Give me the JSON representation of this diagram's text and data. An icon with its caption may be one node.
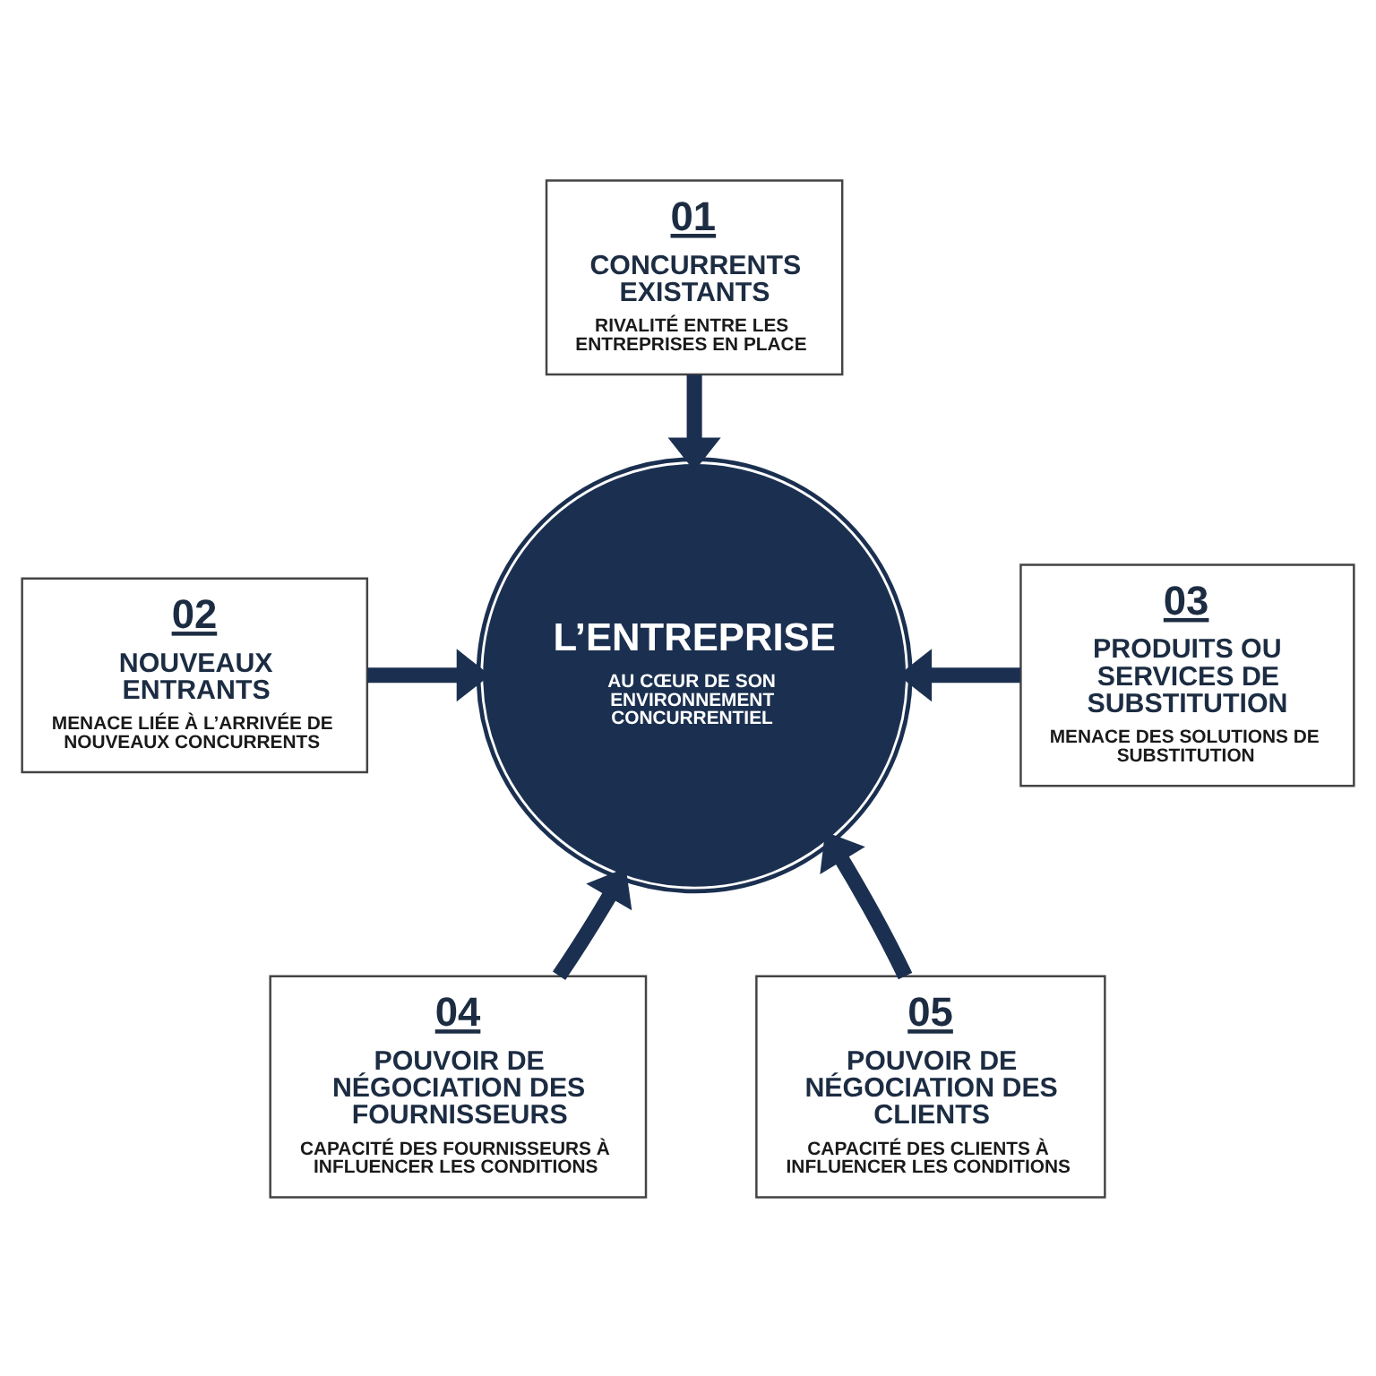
{
  "diagram": {
    "nodes": [
      {
        "text": [
          "01",
          "CONCURRENTS EXISTANTS",
          "RIVALITÉ ENTRE LES ENTREPRISES EN PLACE"
        ]
      },
      {
        "text": [
          "02",
          "NOUVEAUX ENTRANTS",
          "MENACE LIÉE À L’ARRIVÉE DE NOUVEAUX CONCURRENTS"
        ]
      },
      {
        "text": [
          "L’ENTREPRISE",
          "AU CŒUR DE SON ENVIRONNEMENT CONCURRENTIEL"
        ]
      },
      {
        "text": [
          "03",
          "PRODUITS OU SERVICES DE SUBSTITUTION",
          "MENACE DES SOLUTIONS DE SUBSTITUTION"
        ]
      },
      {
        "text": [
          "04",
          "POUVOIR DE NÉGOCIATION DES FOURNISSEURS",
          "CAPACITÉ DES FOURNISSEURS À INFLUENCER LES CONDITIONS"
        ]
      },
      {
        "text": [
          "05",
          "POUVOIR DE NÉGOCIATION DES CLIENTS",
          "CAPACITÉ DES CLIENTS À INFLUENCER LES CONDITIONS"
        ]
      }
    ],
    "edges": [
      {
        "from": 0,
        "to": 2,
        "arrow": "to"
      },
      {
        "from": 1,
        "to": 2,
        "arrow": "to"
      },
      {
        "from": 3,
        "to": 2,
        "arrow": "to"
      },
      {
        "from": 4,
        "to": 2,
        "arrow": "to"
      },
      {
        "from": 5,
        "to": 2,
        "arrow": "to"
      }
    ]
  }
}
